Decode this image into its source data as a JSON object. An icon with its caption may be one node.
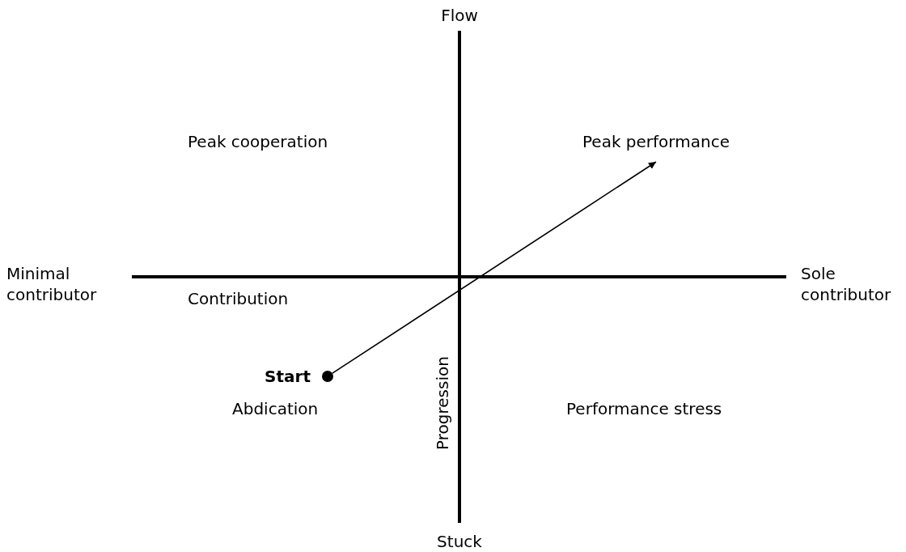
{
  "diagram": {
    "nodes": [
      {
        "text": [],
        "shape": "circle",
        "beside": [
          "Start"
        ]
      },
      {
        "text": [
          "Peak performance"
        ]
      }
    ],
    "edges": [
      {
        "from": 0,
        "to": 1,
        "arrow": "to"
      }
    ],
    "labels": [
      "Flow",
      "Peak cooperation",
      "Minimal contributor",
      "Sole contributor",
      "Contribution",
      "Abdication",
      "Progression",
      "Performance stress",
      "Stuck"
    ]
  }
}
